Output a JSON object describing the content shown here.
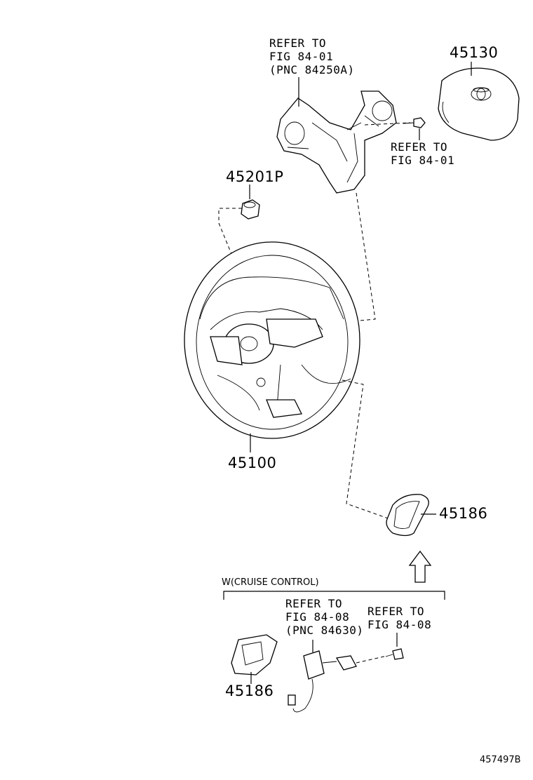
{
  "labels": {
    "pad_ref_l1": "REFER TO",
    "pad_ref_l2": "FIG 84-01",
    "pad_ref_l3": "(PNC 84250A)",
    "airbag_no": "45130",
    "screw_ref_l1": "REFER TO",
    "screw_ref_l2": "FIG 84-01",
    "nut_no": "45201P",
    "wheel_no": "45100",
    "cover_no_upper": "45186",
    "cruise_title": "W(CRUISE CONTROL)",
    "sw_ref_l1": "REFER TO",
    "sw_ref_l2": "FIG 84-08",
    "sw_ref_l3": "(PNC 84630)",
    "bolt_ref_l1": "REFER TO",
    "bolt_ref_l2": "FIG 84-08",
    "cover_no_lower": "45186",
    "figure_code": "457497B"
  },
  "icons": [
    "steering-wheel-icon",
    "airbag-icon",
    "switch-pad-icon",
    "nut-icon",
    "cover-icon",
    "arrow-up-icon",
    "cruise-switch-icon",
    "bolt-icon"
  ]
}
